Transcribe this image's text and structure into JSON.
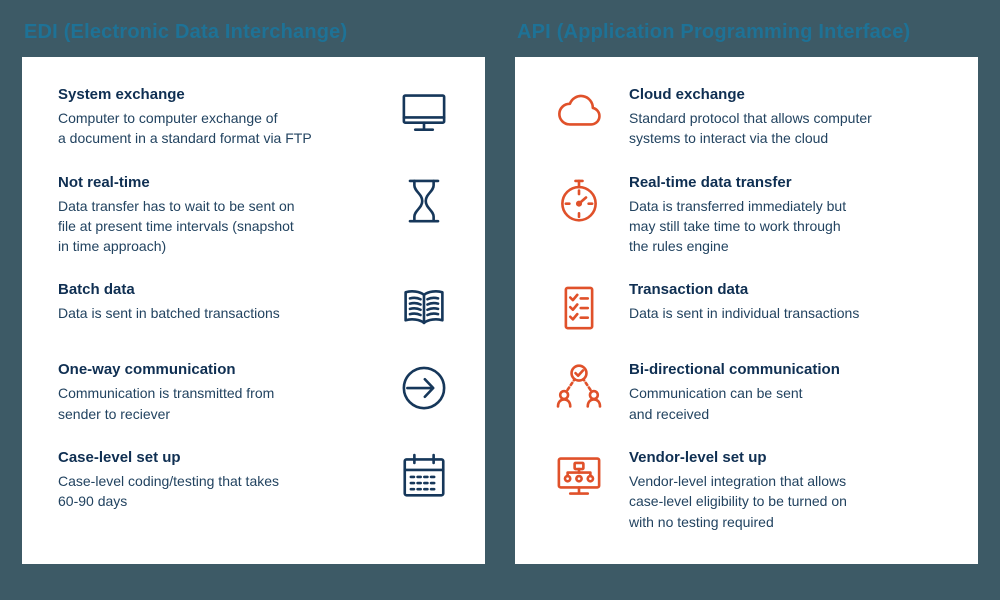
{
  "page": {
    "background_color": "#3d5a66",
    "heading_color": "#1e7296",
    "edi_icon_color": "#16375a",
    "api_icon_color": "#e0512a"
  },
  "edi": {
    "heading": "EDI (Electronic Data Interchange)",
    "items": [
      {
        "title": "System exchange",
        "desc": "Computer to computer exchange of\na document in a standard format via FTP",
        "icon": "monitor-icon"
      },
      {
        "title": "Not real-time",
        "desc": "Data transfer has to wait to be sent on\nfile at present time intervals (snapshot\nin time approach)",
        "icon": "hourglass-icon"
      },
      {
        "title": "Batch data",
        "desc": "Data is sent in batched transactions",
        "icon": "book-icon"
      },
      {
        "title": "One-way communication",
        "desc": "Communication is transmitted from\nsender to reciever",
        "icon": "arrow-circle-icon"
      },
      {
        "title": "Case-level set up",
        "desc": "Case-level coding/testing that takes\n60-90 days",
        "icon": "calendar-icon"
      }
    ]
  },
  "api": {
    "heading": "API (Application Programming Interface)",
    "items": [
      {
        "title": "Cloud exchange",
        "desc": "Standard protocol that allows computer\nsystems to interact via the cloud",
        "icon": "cloud-icon"
      },
      {
        "title": "Real-time data transfer",
        "desc": "Data is transferred immediately but\nmay still take time to work through\nthe rules engine",
        "icon": "stopwatch-icon"
      },
      {
        "title": "Transaction data",
        "desc": "Data is sent in individual transactions",
        "icon": "checklist-icon"
      },
      {
        "title": "Bi-directional communication",
        "desc": "Communication can be sent\nand received",
        "icon": "network-check-icon"
      },
      {
        "title": "Vendor-level set up",
        "desc": "Vendor-level integration that allows\ncase-level eligibility to be turned on\nwith no testing required",
        "icon": "monitor-flowchart-icon"
      }
    ]
  }
}
